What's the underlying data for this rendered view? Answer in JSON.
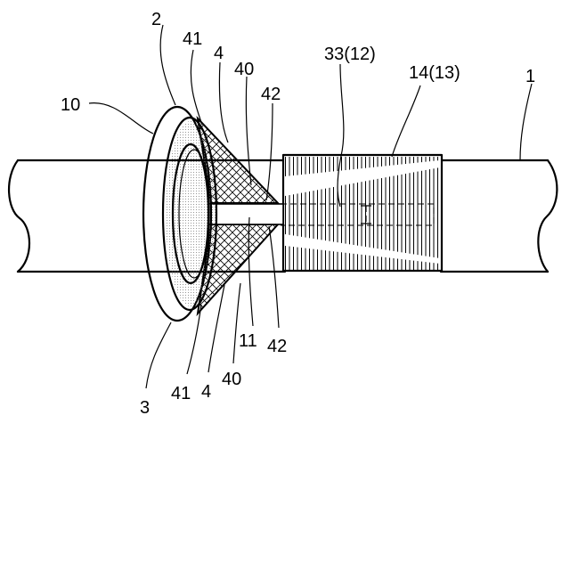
{
  "labels": {
    "n1": "1",
    "n2": "2",
    "n3": "3",
    "n4_top": "4",
    "n4_bottom": "4",
    "n10": "10",
    "n11": "11",
    "n14_13": "14(13)",
    "n33_12": "33(12)",
    "n40_top": "40",
    "n40_bottom": "40",
    "n41_top": "41",
    "n41_bottom": "41",
    "n42_top": "42",
    "n42_bottom": "42"
  }
}
